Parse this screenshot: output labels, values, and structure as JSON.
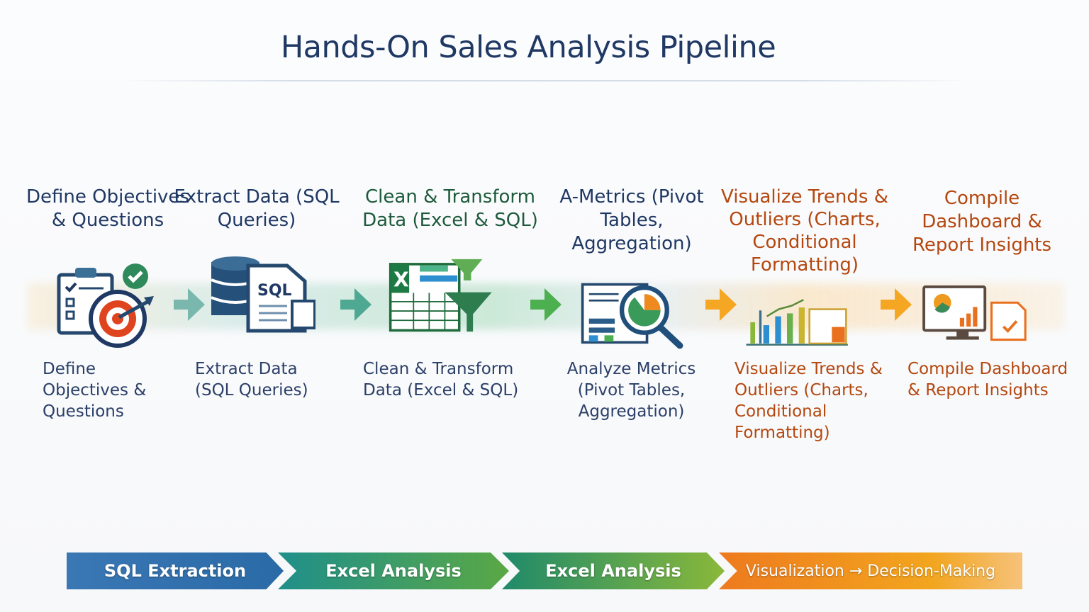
{
  "title": "Hands-On Sales Analysis Pipeline",
  "steps": [
    {
      "top_label": "Define Objectives & Questions",
      "icon": "clipboard-target-icon",
      "bottom_label": "Define Objectives & Questions"
    },
    {
      "top_label": "Extract Data (SQL Queries)",
      "icon": "database-sql-icon",
      "icon_text": "SQL",
      "bottom_label": "Extract Data (SQL Queries)"
    },
    {
      "top_label": "Clean & Transform Data (Excel & SQL)",
      "icon": "excel-filter-icon",
      "icon_text": "X",
      "bottom_label": "Clean & Transform Data (Excel & SQL)"
    },
    {
      "top_label": "A-Metrics (Pivot Tables, Aggregation)",
      "icon": "magnifier-report-icon",
      "bottom_label": "Analyze Metrics (Pivot Tables, Aggregation)"
    },
    {
      "top_label": "Visualize Trends & Outliers (Charts, Conditional Formatting)",
      "icon": "bar-chart-icon",
      "bottom_label": "Visualize Trends & Outliers (Charts, Conditional Formatting)"
    },
    {
      "top_label": "Compile Dashboard & Report Insights",
      "icon": "dashboard-monitor-icon",
      "bottom_label": "Compile Dashboard & Report Insights"
    }
  ],
  "phases": [
    "SQL Extraction",
    "Excel Analysis",
    "Excel Analysis",
    "Visualization → Decision-Making"
  ],
  "colors": {
    "navy": "#1f3864",
    "green": "#1e5a3c",
    "orange": "#b5470f",
    "teal_arrow": "#5fae9e",
    "green_arrow": "#4caf50",
    "orange_arrow": "#f5a623"
  }
}
